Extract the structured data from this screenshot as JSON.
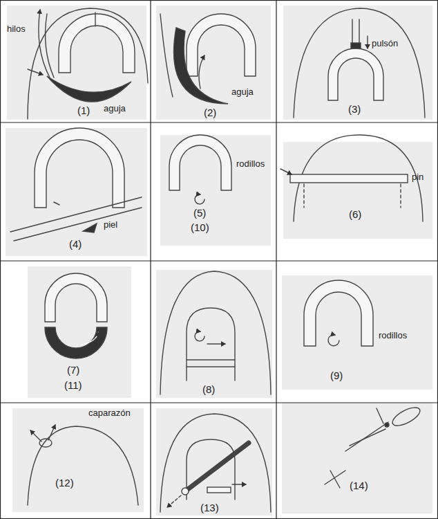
{
  "diagram": {
    "labels": [
      "hilos",
      "(1)",
      "aguja",
      "aguja",
      "(2)",
      "pulsón",
      "(3)",
      "piel",
      "(4)",
      "rodillos",
      "(5)",
      "(10)",
      "pin",
      "(6)",
      "(7)",
      "(11)",
      "(8)",
      "rodillos",
      "(9)",
      "caparazón",
      "(12)",
      "(13)",
      "(14)"
    ]
  }
}
